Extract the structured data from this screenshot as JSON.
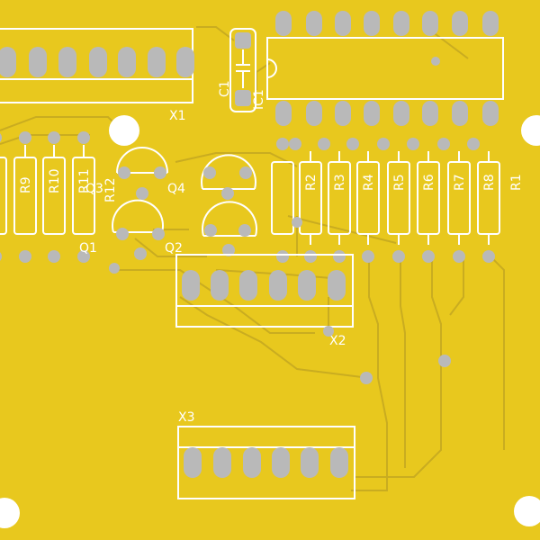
{
  "colors": {
    "board": "#e8c81e",
    "trace": "#c9ac20",
    "silkscreen": "#ffffff",
    "pad": "#b9b9b9",
    "hole": "#ffffff"
  },
  "labels": {
    "x1": "X1",
    "x2": "X2",
    "x3": "X3",
    "c1": "C1",
    "ic1": "IC1",
    "q1": "Q1",
    "q2": "Q2",
    "q3": "Q3",
    "q4": "Q4",
    "r1": "R1",
    "r2": "R2",
    "r3": "R3",
    "r4": "R4",
    "r5": "R5",
    "r6": "R6",
    "r7": "R7",
    "r8": "R8",
    "r9": "R9",
    "r10": "R10",
    "r11": "R11",
    "r12": "R12"
  }
}
